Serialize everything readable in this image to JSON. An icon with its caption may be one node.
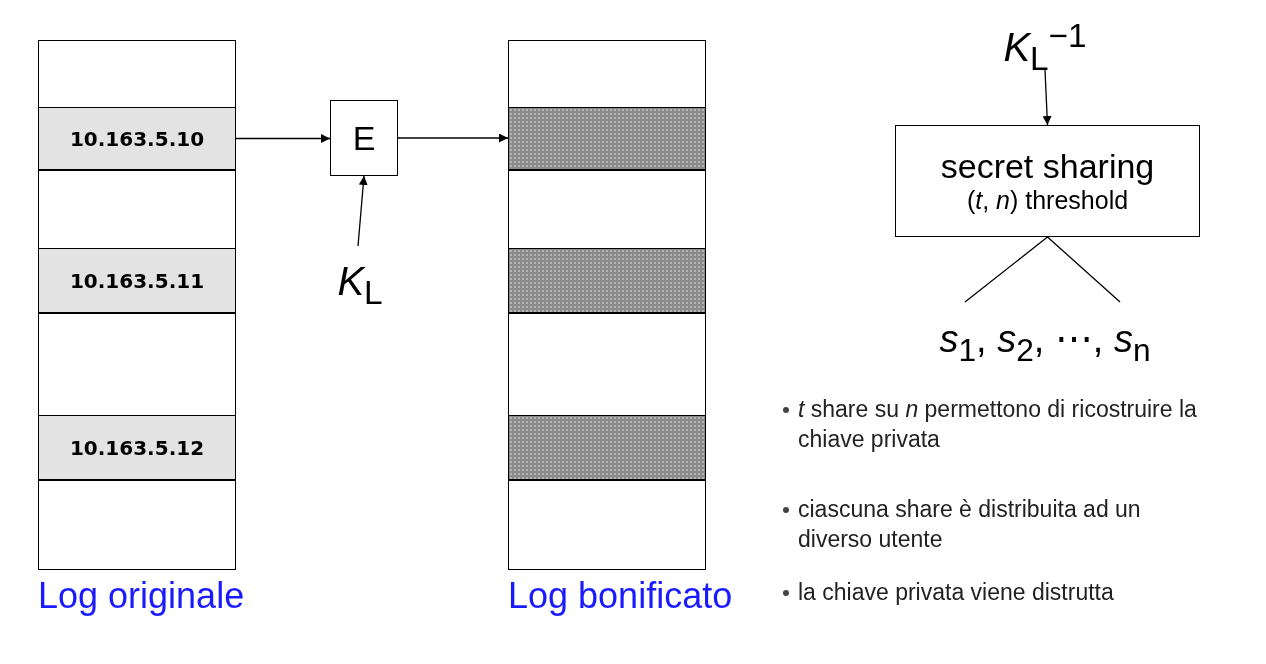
{
  "diagram": {
    "nodes": [
      {
        "text": [
          "Log originale"
        ]
      },
      {
        "text": [
          "10.163.5.10"
        ],
        "in": 0
      },
      {
        "text": [
          "10.163.5.11"
        ],
        "in": 0
      },
      {
        "text": [
          "10.163.5.12"
        ],
        "in": 0
      },
      {
        "text": [
          "E"
        ]
      },
      {
        "text": [
          "*K*$_{L}$"
        ]
      },
      {
        "text": [
          "Log bonificato"
        ]
      },
      {
        "text": [],
        "shape": "bar",
        "in": 6
      },
      {
        "text": [],
        "shape": "bar",
        "in": 6
      },
      {
        "text": [],
        "shape": "bar",
        "in": 6
      },
      {
        "text": [
          "*K*$_{L}$$^{−1}$"
        ]
      },
      {
        "text": [
          "secret sharing",
          "(*t*, *n*) threshold"
        ]
      },
      {
        "text": [
          "*s*$_{1}$, *s*$_{2}$, ⋯, *s*$_{n}$"
        ]
      }
    ],
    "edges": [
      {
        "from": 1,
        "to": 4,
        "arrow": "to"
      },
      {
        "from": 4,
        "to": 7,
        "arrow": "to"
      },
      {
        "from": 5,
        "to": 4,
        "arrow": "to"
      },
      {
        "from": 10,
        "to": 11,
        "arrow": "to"
      },
      {
        "from": 11,
        "to": 12,
        "arrow": "none"
      }
    ],
    "labels": [
      "*t* share su *n* permettono di ricostruire la chiave privata",
      "ciascuna share è distribuita ad un diverso utente",
      "la chiave privata viene distrutta"
    ]
  }
}
